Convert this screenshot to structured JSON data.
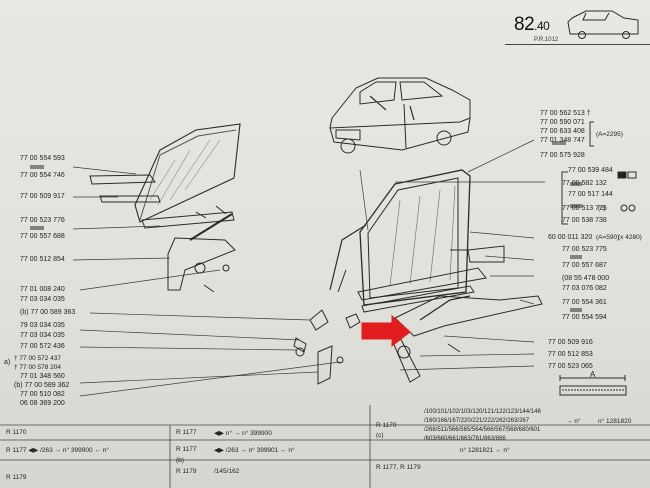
{
  "header": {
    "page_number": "82",
    "page_decimal": ".40",
    "reference": "P.R.1012"
  },
  "left_parts": [
    "77 00 554 593",
    "77 00 554 746",
    "77 00 509 917",
    "77 00 523 776",
    "77 00 557 688",
    "77 00 512 854",
    "77 01 008 240",
    "77 03 034 035",
    "(b) 77 00 589 363",
    "79 03 034 035",
    "77 03 034 035",
    "77 00 572 436",
    "† 77 00 572 437",
    "† 77 00 578 204",
    "77 01 348 560",
    "(b) 77 00 589 362",
    "77 00 510 082",
    "06 08 369 200"
  ],
  "left_marker": "a)",
  "top_right_parts": [
    "77 00 562 513 †",
    "77 00 590 071",
    "77 00 633 408",
    "77 01 348 747",
    "77 00 575 928"
  ],
  "top_right_note": "(A=2295)",
  "right_parts": [
    "77 00 539 484",
    "77 00 582 132",
    "77 00 517 144",
    "77 00 513 775",
    "77 00 538 738",
    "60 00 011 320",
    "77 00 523 775",
    "77 00 557 687",
    "(08 55 478 000",
    "77 03 076 082",
    "77 00 554 361",
    "77 00 554 594",
    "77 00 509 916",
    "77 00 512 853",
    "77 00 523 065"
  ],
  "right_notes": {
    "c_marker": "(c)",
    "a590": "(A=590)",
    "x4280": "(x 4280)"
  },
  "dimension_label": "A",
  "bottom": {
    "row1": [
      "R 1170",
      "R 1177",
      "/263",
      "n°",
      "399900",
      "n°"
    ],
    "row1_left": "R 1177 ◀▶ /263 → n° 399900 ← n°",
    "row2_left": "R 1179",
    "mid_r1177": "R 1177",
    "mid_line1": "◀▶ n° → n° 399900",
    "mid_line2": "◀▶ /263 → n° 399901 ← n°",
    "mid_line3": "/145/162",
    "mid_b": "(b)",
    "mid_r1179": "R 1179",
    "right_c": "(c)",
    "right_r1170": "R 1170",
    "codes1": "/100/101/102/103/120/121/122/123/144/146",
    "codes2": "/160/166/167/220/221/222/262/263/267",
    "codes3": "/268/511/566/565/564/566/567/568/680/601",
    "codes4": "/603/660/661/663/761/863/866",
    "right_serial1": "→ n°",
    "right_serial2": "n° 1281820",
    "right_serial3": "n° 1281821 ← n°",
    "right_r1177": "R 1177, R 1179"
  }
}
